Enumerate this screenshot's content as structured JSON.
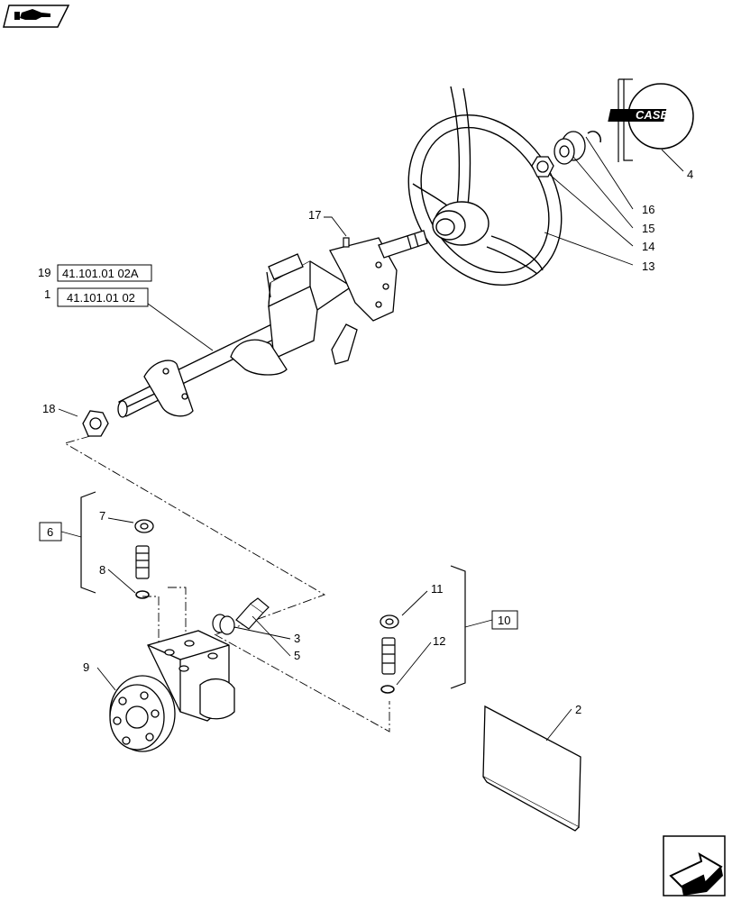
{
  "nav": {
    "prev_icon": "hand-pointer-icon",
    "next_icon": "arrow-next-icon"
  },
  "logo": {
    "text": "CASE IH"
  },
  "refboxes": {
    "r19": {
      "num": "19",
      "ref": "41.101.01 02A"
    },
    "r1": {
      "num": "1",
      "ref": "41.101.01 02"
    },
    "r6": {
      "num": "6"
    },
    "r10": {
      "num": "10"
    }
  },
  "callouts": {
    "c2": "2",
    "c3": "3",
    "c4": "4",
    "c5": "5",
    "c7": "7",
    "c8": "8",
    "c9": "9",
    "c11": "11",
    "c12": "12",
    "c13": "13",
    "c14": "14",
    "c15": "15",
    "c16": "16",
    "c17": "17",
    "c18": "18"
  }
}
